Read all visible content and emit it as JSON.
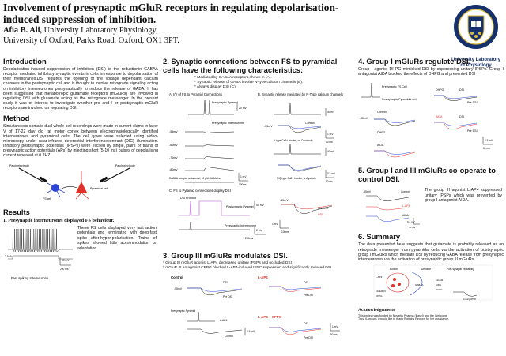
{
  "header": {
    "title_line1": "Involvement of presynaptic mGluR receptors in regulating depolarisation-",
    "title_line2": "induced suppression of inhibition.",
    "author": "Afia B. Ali,",
    "affiliation1": " University Laboratory Physiology,",
    "affiliation2": "University of Oxford, Parks Road, Oxford, OX1 3PT.",
    "crest_caption1": "University Laboratory",
    "crest_caption2": "of Physiology"
  },
  "introduction": {
    "heading": "Introduction",
    "text": "Depolarisation-induced suppression of inhibition (DSI) is the reductionin GABAA receptor mediated inhibitory synaptic events in cells in response to depolarisation of their membranes.DSI requires the opening of the voltage dependant calcium channels in the postsynaptic cell and is thought to involve retrograde signaling acting on inhibitory interneurones presynaptically to reduce the release of GABA. It has been suggested that metabotropic glutamate receptors (mGluRs) are involved in regulating DSI with glutamate acting as the retrograde messenger. In the present study it was of interest to investigate whether pre and / or postsynaptic mGluR receptors are involved on regulating DSI."
  },
  "method": {
    "heading": "Method",
    "text": "Simultaneous somatic dual whole-cell recordings were made in current clamp in layer V of 17-22 day old rat motor cortex between electrophysiologically identified interneurones and pyramidal cells. The cell types were selected using video-microscopy under near-infrared deferential interferencecontrast (DIC) illumination. Inhibitory postsynaptic potentials (IPSPs) were elicited by single, pairs or trains of presynaptic action potentials (APs) by injecting short (5-10 ms) pulses of depolarising current repeated at 0.2HZ.",
    "diagram_label_left": "Patch electrode",
    "diagram_label_right": "Patch electrode",
    "diagram_label_fs": "FS cell",
    "diagram_label_pyr": "Pyramidal cell"
  },
  "results": {
    "heading": "Results",
    "sub1": "1. Presynaptic interneurones displayed FS behaviour.",
    "fs_text": "These FS cells displayed very fast action potentials and terminated with deep.fast spike after-hyper-polarisation. Trains of spikes showed little accommodation or adaptation.",
    "fs_caption": "Fast spiking Interneurone",
    "scale_v": "40 mV",
    "scale_t": "200 ms",
    "stim_label": "2.5nA"
  },
  "section2": {
    "heading": "2. Synaptic connections between FS to pyramidal cells have the following characteristics:",
    "bullets": [
      "* Mediated by GABAA receptors,shown in (A).",
      "* Synaptic release of GABA involve N-type calcium channels  (B).",
      "* Always display DSI (C)"
    ],
    "panelA": "A. I/V of FS to Pyramid Connections",
    "panelB": "B. Synaptic release mediated by N-Type calcium channels",
    "panelC": "C. FS to Pyramid connections display DSI",
    "labels": {
      "presynaptic_pyramid": "Presynaptic Pyramid",
      "presynaptic_interneurone": "Presynaptic Interneurone",
      "postsynaptic_pyramid": "Postsynaptic Pyramid",
      "control": "Control",
      "ntype_blocker": "N-type Ca2+ blocker, w- Conotoxin",
      "pq_blocker": "P/Q-type Ca2+ blocker, w-Agatoxin",
      "gabaa": "GABAA receptor antagonist, 10 μM GABAzine",
      "dsi_protocol": "DSI Protocol",
      "pre_dsi": "Pre DSI",
      "dsi": "DSI",
      "v_55": "-55mV",
      "v_60": "-60mV",
      "v_70": "-70mV",
      "v_80": "-80mV",
      "s20mv": "20 mV",
      "s40mv": "40 mV",
      "s1mv": "1 mV",
      "s05mv": "0.5 mV",
      "s100ms": "100ms",
      "s50ms": "50 ms",
      "s50mv": "50 mV",
      "s2mv": "2 mV",
      "s250ms": "250ms",
      "s100ms_b": "100ms"
    }
  },
  "section3": {
    "heading": "3. Group III mGluRs modulates DSI.",
    "bullets": [
      "* Group III mGluR agonist  L-AP4 decreased unitary IPSPs and occluded  DSI",
      "* mGluR III antagonist CPPG blocked L-AP4-induced IPSC supression and significantly reduced DSI"
    ],
    "control": "Control",
    "lap4": "L-AP4",
    "lap4_cppg": "L-AP4 + CPPG",
    "pre_dsi": "Pre DSI",
    "dsi": "DSI",
    "presynaptic_pyramid": "Presynaptic Pyramid",
    "v_55": "-55mV",
    "s1mv": "1 mV",
    "s05mv": "0.5 mV",
    "s50ms": "50 ms"
  },
  "section4": {
    "heading": "4. Group I mGluRs regulate DSI.",
    "text": "Group I agonist DHPG mimicked DSI by suppressing unitary IPSPs. Group I antagonist AIDA blocked the effects of DHPG and prevented DSI",
    "presynaptic_fs": "Presynaptic FS Cell",
    "postsynaptic_pyr": "Postsynaptic Pyramidal cell",
    "control": "Control",
    "dhpg": "DHPG",
    "aida": "AIDA",
    "pre_dsi": "Pre DSI",
    "dsi": "DSI",
    "v_55": "-55mV",
    "s05mv": "0.5 mV",
    "s50ms": "50 ms"
  },
  "section5": {
    "heading": "5. Group I and III mGluRs co-operate to control DSI.",
    "text": "The group III agonist L-AP4 suppressed unitary IPSPs which was prevented by group I antagonist AIDA.",
    "control": "Control",
    "lap4": "L-AP4",
    "aida": "AIDA",
    "v_55": "-55mV",
    "s04mv": "0.4 mV",
    "s50ms": "50 ms"
  },
  "section6": {
    "heading": "6. Summary",
    "text": "The data presented here suggests that glutamate is probably released as an retrograde messenger from pyramidal cells via the activation of postsynaptic group I mGluRs which mediate DSI by reducing GABA release from presynaptic interneurones via the activation of presynaptic group III mGluRs.",
    "diag_bouton": "Bouton",
    "diag_dendrite": "Dendrite",
    "diag_post": "Post-synaptic excitability",
    "diag_lap4": "L-AP4",
    "diag_gabaa": "GABAA",
    "diag_unitary": "Unitary IPSP",
    "diag_mglur3": "mGluR III",
    "diag_mglur1": "mGluR I",
    "diag_aida": "AIDA",
    "diag_cppg": "CPPG",
    "diag_dhpg": "DHPG"
  },
  "acknowledgements": {
    "heading": "Acknowledgements",
    "line1": "This project was funded by Novartis Pharma (Basel) and the Wellcome",
    "line2": "Trust (London). I would like to thank Robbins Regnon for her assistance."
  },
  "colors": {
    "trace": "#111111",
    "trace_red": "#e0302a",
    "trace_blue": "#2a45d4",
    "dsi_purple": "#b04fd0",
    "crest_blue": "#16306b",
    "crest_gold": "#d9b83a"
  }
}
